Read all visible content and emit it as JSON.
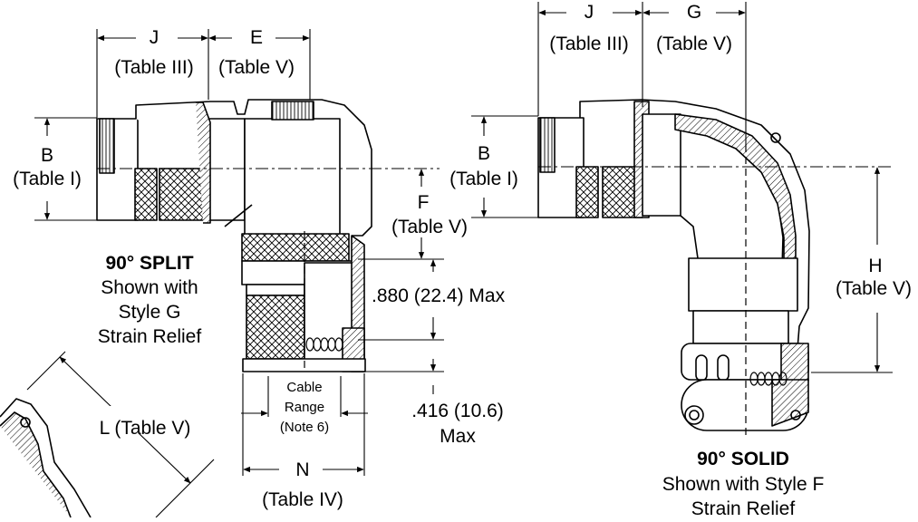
{
  "labels": {
    "j_left": "J",
    "j_left_sub": "(Table III)",
    "e_left": "E",
    "e_left_sub": "(Table V)",
    "j_right": "J",
    "j_right_sub": "(Table III)",
    "g_right": "G",
    "g_right_sub": "(Table V)",
    "b_left": "B",
    "b_left_sub": "(Table I)",
    "b_right": "B",
    "b_right_sub": "(Table I)",
    "f": "F",
    "f_sub": "(Table V)",
    "h": "H",
    "h_sub": "(Table V)",
    "dim_880": ".880 (22.4) Max",
    "dim_416": ".416 (10.6)",
    "dim_416_sub": "Max",
    "cable_1": "Cable",
    "cable_2": "Range",
    "cable_3": "(Note 6)",
    "n": "N",
    "n_sub": "(Table IV)",
    "l": "L (Table V)"
  },
  "captions": {
    "split_title": "90° SPLIT",
    "split_line1": "Shown with",
    "split_line2": "Style G",
    "split_line3": "Strain Relief",
    "solid_title": "90° SOLID",
    "solid_line1": "Shown with Style F",
    "solid_line2": "Strain Relief"
  }
}
